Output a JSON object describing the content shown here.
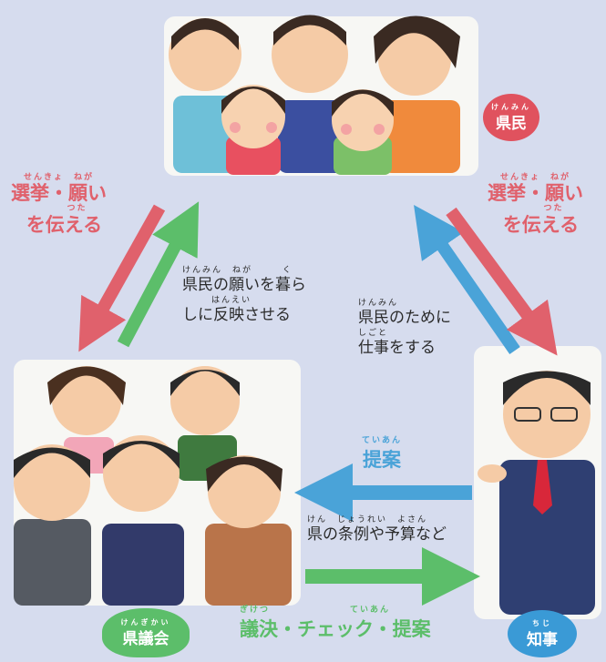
{
  "labels": {
    "left_top": {
      "ruby": "せんきょ　ねが",
      "line1": "選挙・願い",
      "ruby2": "つた",
      "line2": "を伝える"
    },
    "right_top": {
      "ruby": "せんきょ　ねが",
      "line1": "選挙・願い",
      "ruby2": "つた",
      "line2": "を伝える"
    },
    "center_left": {
      "ruby1": "けんみん　ねが　　　く",
      "line1": "県民の願いを暮ら",
      "ruby2": "はんえい",
      "line2": "しに反映させる"
    },
    "center_right": {
      "ruby1": "けんみん",
      "line1": "県民のために",
      "ruby2": "しごと",
      "line2": "仕事をする"
    },
    "proposal": {
      "ruby": "ていあん",
      "text": "提案"
    },
    "ordinances": {
      "ruby": "けん　じょうれい　よさん",
      "text": "県の条例や予算など"
    },
    "bottom": {
      "ruby": "ぎけつ　　　　　　　　ていあん",
      "text": "議決・チェック・提案"
    }
  },
  "badges": {
    "citizens": {
      "ruby": "けんみん",
      "text": "県民"
    },
    "assembly": {
      "ruby": "けんぎかい",
      "text": "県議会"
    },
    "governor": {
      "ruby": "ちじ",
      "text": "知事"
    }
  },
  "colors": {
    "red": "#e0616c",
    "green": "#5cbe6a",
    "blue": "#4aa3d8",
    "background": "#d6dcee"
  }
}
